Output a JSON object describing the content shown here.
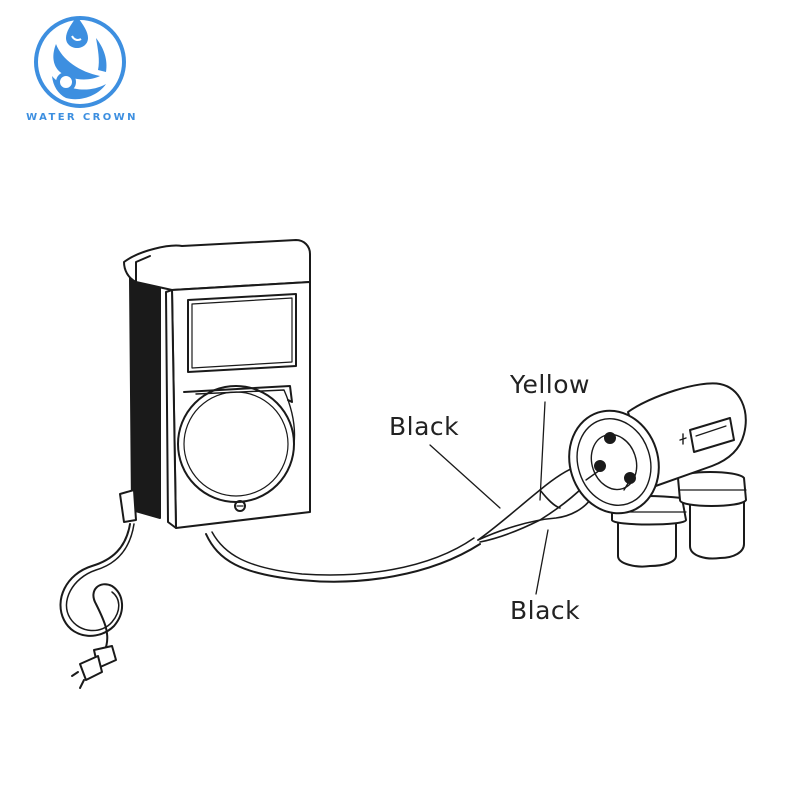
{
  "brand": {
    "name": "WATER CROWN",
    "color": "#3d8fe0"
  },
  "diagram": {
    "labels": {
      "yellow": "Yellow",
      "black_top": "Black",
      "black_bottom": "Black"
    },
    "parts": [
      "control-box",
      "power-cord",
      "plug",
      "electrolytic-cell",
      "wire-terminals"
    ]
  }
}
